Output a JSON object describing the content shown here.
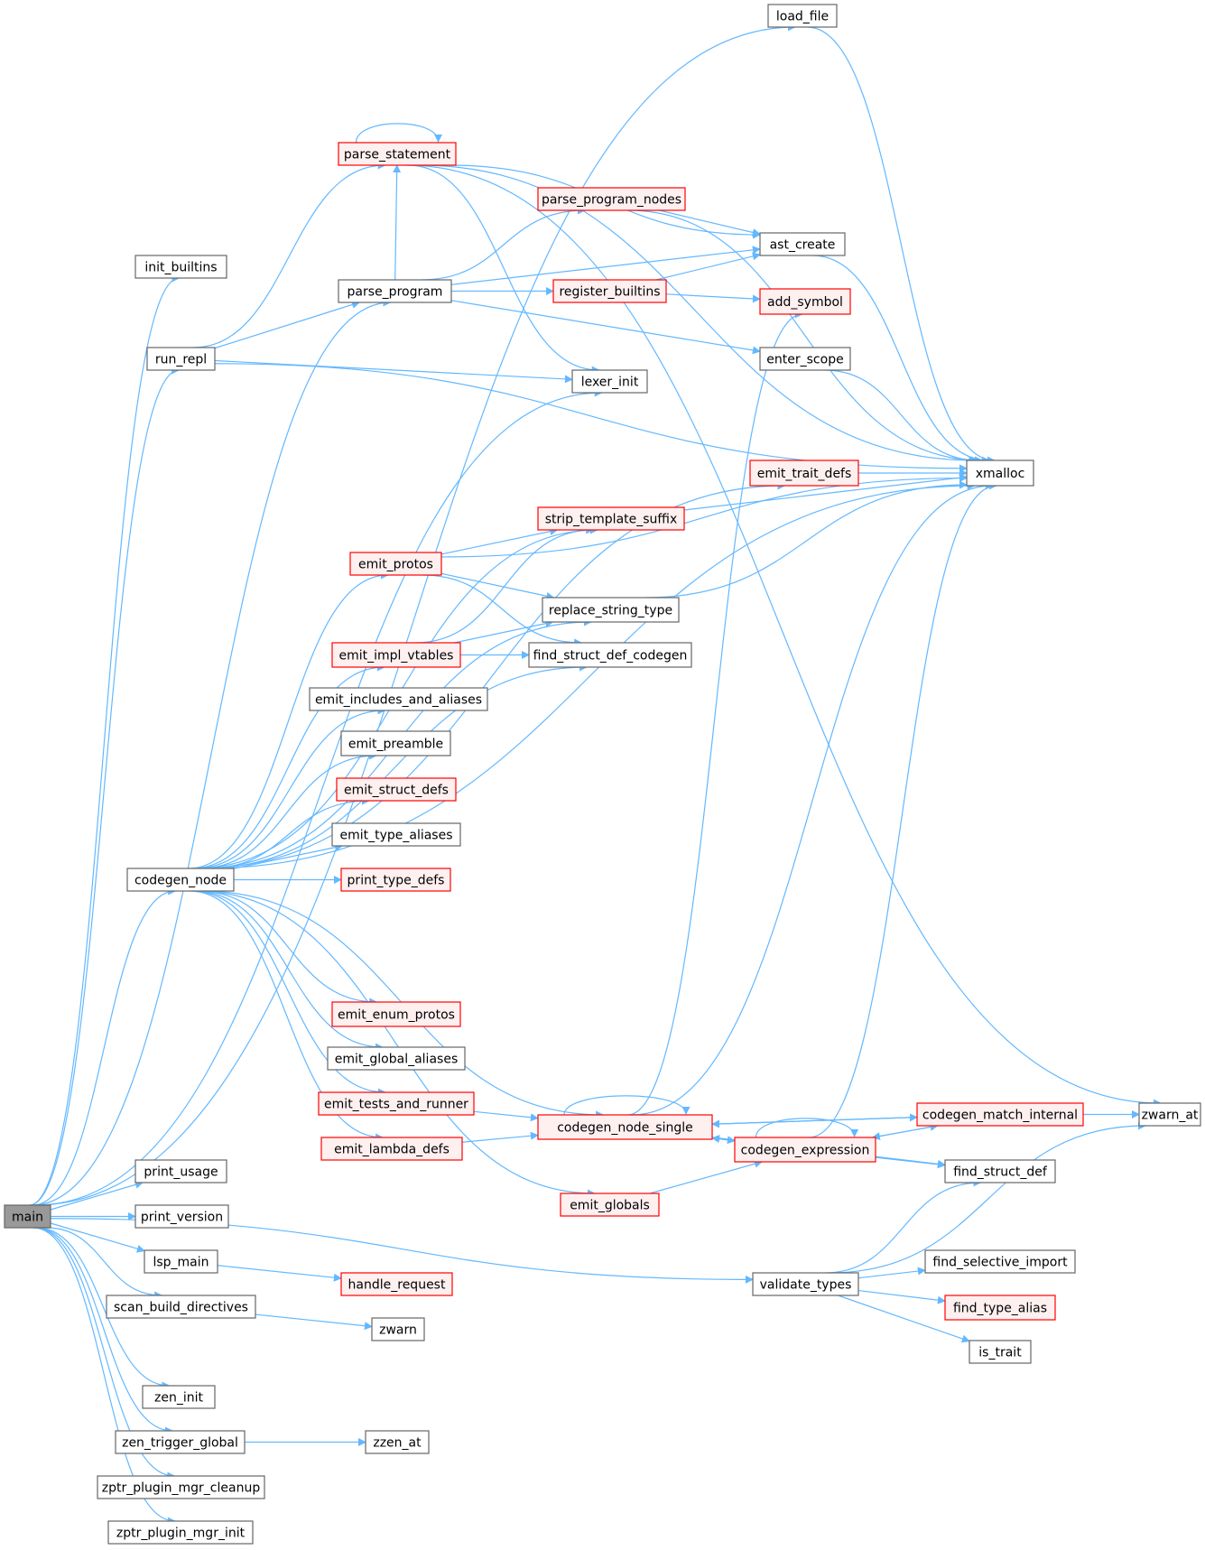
{
  "colors": {
    "edge": "#63b8ff",
    "root_fill": "#999999",
    "root_border": "#666666",
    "plain_fill": "#ffffff",
    "plain_border": "#666666",
    "red_fill": "#fff0f0",
    "red_border": "#ff0000"
  },
  "nodes": [
    {
      "id": "main",
      "label": "main",
      "style": "root"
    },
    {
      "id": "load_file",
      "label": "load_file",
      "style": "plain"
    },
    {
      "id": "init_builtins",
      "label": "init_builtins",
      "style": "plain"
    },
    {
      "id": "parse_program",
      "label": "parse_program",
      "style": "plain"
    },
    {
      "id": "run_repl",
      "label": "run_repl",
      "style": "plain"
    },
    {
      "id": "parse_statement",
      "label": "parse_statement",
      "style": "red"
    },
    {
      "id": "parse_program_nodes",
      "label": "parse_program_nodes",
      "style": "red"
    },
    {
      "id": "register_builtins",
      "label": "register_builtins",
      "style": "red"
    },
    {
      "id": "ast_create",
      "label": "ast_create",
      "style": "plain"
    },
    {
      "id": "add_symbol",
      "label": "add_symbol",
      "style": "red"
    },
    {
      "id": "enter_scope",
      "label": "enter_scope",
      "style": "plain"
    },
    {
      "id": "lexer_init",
      "label": "lexer_init",
      "style": "plain"
    },
    {
      "id": "xmalloc",
      "label": "xmalloc",
      "style": "plain"
    },
    {
      "id": "emit_trait_defs",
      "label": "emit_trait_defs",
      "style": "red"
    },
    {
      "id": "strip_template_suffix",
      "label": "strip_template_suffix",
      "style": "red"
    },
    {
      "id": "emit_protos",
      "label": "emit_protos",
      "style": "red"
    },
    {
      "id": "replace_string_type",
      "label": "replace_string_type",
      "style": "plain"
    },
    {
      "id": "emit_impl_vtables",
      "label": "emit_impl_vtables",
      "style": "red"
    },
    {
      "id": "find_struct_def_codegen",
      "label": "find_struct_def_codegen",
      "style": "plain"
    },
    {
      "id": "emit_includes_and_aliases",
      "label": "emit_includes_and_aliases",
      "style": "plain"
    },
    {
      "id": "emit_preamble",
      "label": "emit_preamble",
      "style": "plain"
    },
    {
      "id": "emit_struct_defs",
      "label": "emit_struct_defs",
      "style": "red"
    },
    {
      "id": "emit_type_aliases",
      "label": "emit_type_aliases",
      "style": "plain"
    },
    {
      "id": "codegen_node",
      "label": "codegen_node",
      "style": "plain"
    },
    {
      "id": "print_type_defs",
      "label": "print_type_defs",
      "style": "red"
    },
    {
      "id": "emit_enum_protos",
      "label": "emit_enum_protos",
      "style": "red"
    },
    {
      "id": "emit_global_aliases",
      "label": "emit_global_aliases",
      "style": "plain"
    },
    {
      "id": "emit_tests_and_runner",
      "label": "emit_tests_and_runner",
      "style": "red"
    },
    {
      "id": "codegen_node_single",
      "label": "codegen_node_single",
      "style": "red"
    },
    {
      "id": "codegen_match_internal",
      "label": "codegen_match_internal",
      "style": "red"
    },
    {
      "id": "zwarn_at",
      "label": "zwarn_at",
      "style": "plain"
    },
    {
      "id": "emit_lambda_defs",
      "label": "emit_lambda_defs",
      "style": "red"
    },
    {
      "id": "codegen_expression",
      "label": "codegen_expression",
      "style": "red"
    },
    {
      "id": "find_struct_def",
      "label": "find_struct_def",
      "style": "plain"
    },
    {
      "id": "print_usage",
      "label": "print_usage",
      "style": "plain"
    },
    {
      "id": "emit_globals",
      "label": "emit_globals",
      "style": "red"
    },
    {
      "id": "print_version",
      "label": "print_version",
      "style": "plain"
    },
    {
      "id": "lsp_main",
      "label": "lsp_main",
      "style": "plain"
    },
    {
      "id": "find_selective_import",
      "label": "find_selective_import",
      "style": "plain"
    },
    {
      "id": "handle_request",
      "label": "handle_request",
      "style": "red"
    },
    {
      "id": "validate_types",
      "label": "validate_types",
      "style": "plain"
    },
    {
      "id": "scan_build_directives",
      "label": "scan_build_directives",
      "style": "plain"
    },
    {
      "id": "find_type_alias",
      "label": "find_type_alias",
      "style": "red"
    },
    {
      "id": "zwarn",
      "label": "zwarn",
      "style": "plain"
    },
    {
      "id": "is_trait",
      "label": "is_trait",
      "style": "plain"
    },
    {
      "id": "zen_init",
      "label": "zen_init",
      "style": "plain"
    },
    {
      "id": "zen_trigger_global",
      "label": "zen_trigger_global",
      "style": "plain"
    },
    {
      "id": "zzen_at",
      "label": "zzen_at",
      "style": "plain"
    },
    {
      "id": "zptr_plugin_mgr_cleanup",
      "label": "zptr_plugin_mgr_cleanup",
      "style": "plain"
    },
    {
      "id": "zptr_plugin_mgr_init",
      "label": "zptr_plugin_mgr_init",
      "style": "plain"
    }
  ],
  "edges": [
    [
      "main",
      "load_file"
    ],
    [
      "main",
      "init_builtins"
    ],
    [
      "main",
      "parse_program"
    ],
    [
      "main",
      "run_repl"
    ],
    [
      "main",
      "lexer_init"
    ],
    [
      "main",
      "codegen_node"
    ],
    [
      "main",
      "print_usage"
    ],
    [
      "main",
      "print_version"
    ],
    [
      "main",
      "lsp_main"
    ],
    [
      "main",
      "scan_build_directives"
    ],
    [
      "main",
      "validate_types"
    ],
    [
      "main",
      "zen_init"
    ],
    [
      "main",
      "zen_trigger_global"
    ],
    [
      "main",
      "zptr_plugin_mgr_cleanup"
    ],
    [
      "main",
      "zptr_plugin_mgr_init"
    ],
    [
      "load_file",
      "xmalloc"
    ],
    [
      "run_repl",
      "parse_statement"
    ],
    [
      "run_repl",
      "parse_program"
    ],
    [
      "run_repl",
      "lexer_init"
    ],
    [
      "run_repl",
      "xmalloc"
    ],
    [
      "parse_statement",
      "parse_statement"
    ],
    [
      "parse_statement",
      "ast_create"
    ],
    [
      "parse_statement",
      "xmalloc"
    ],
    [
      "parse_statement",
      "lexer_init"
    ],
    [
      "parse_statement",
      "zwarn_at"
    ],
    [
      "parse_program",
      "parse_statement"
    ],
    [
      "parse_program",
      "parse_program_nodes"
    ],
    [
      "parse_program",
      "register_builtins"
    ],
    [
      "parse_program",
      "ast_create"
    ],
    [
      "parse_program",
      "enter_scope"
    ],
    [
      "parse_program_nodes",
      "ast_create"
    ],
    [
      "parse_program_nodes",
      "xmalloc"
    ],
    [
      "register_builtins",
      "ast_create"
    ],
    [
      "register_builtins",
      "add_symbol"
    ],
    [
      "ast_create",
      "xmalloc"
    ],
    [
      "enter_scope",
      "xmalloc"
    ],
    [
      "codegen_node",
      "emit_trait_defs"
    ],
    [
      "codegen_node",
      "strip_template_suffix"
    ],
    [
      "codegen_node",
      "emit_protos"
    ],
    [
      "codegen_node",
      "replace_string_type"
    ],
    [
      "codegen_node",
      "emit_impl_vtables"
    ],
    [
      "codegen_node",
      "emit_includes_and_aliases"
    ],
    [
      "codegen_node",
      "emit_preamble"
    ],
    [
      "codegen_node",
      "emit_struct_defs"
    ],
    [
      "codegen_node",
      "emit_type_aliases"
    ],
    [
      "codegen_node",
      "print_type_defs"
    ],
    [
      "codegen_node",
      "find_struct_def_codegen"
    ],
    [
      "codegen_node",
      "xmalloc"
    ],
    [
      "codegen_node",
      "emit_enum_protos"
    ],
    [
      "codegen_node",
      "emit_global_aliases"
    ],
    [
      "codegen_node",
      "emit_tests_and_runner"
    ],
    [
      "codegen_node",
      "emit_lambda_defs"
    ],
    [
      "codegen_node",
      "codegen_node_single"
    ],
    [
      "codegen_node",
      "emit_globals"
    ],
    [
      "emit_trait_defs",
      "xmalloc"
    ],
    [
      "strip_template_suffix",
      "xmalloc"
    ],
    [
      "emit_protos",
      "strip_template_suffix"
    ],
    [
      "emit_protos",
      "xmalloc"
    ],
    [
      "emit_protos",
      "replace_string_type"
    ],
    [
      "emit_protos",
      "find_struct_def_codegen"
    ],
    [
      "replace_string_type",
      "xmalloc"
    ],
    [
      "emit_impl_vtables",
      "strip_template_suffix"
    ],
    [
      "emit_impl_vtables",
      "replace_string_type"
    ],
    [
      "emit_impl_vtables",
      "find_struct_def_codegen"
    ],
    [
      "emit_tests_and_runner",
      "codegen_node_single"
    ],
    [
      "emit_lambda_defs",
      "codegen_node_single"
    ],
    [
      "codegen_node_single",
      "codegen_node_single"
    ],
    [
      "codegen_node_single",
      "add_symbol"
    ],
    [
      "codegen_node_single",
      "xmalloc"
    ],
    [
      "codegen_node_single",
      "codegen_match_internal"
    ],
    [
      "codegen_node_single",
      "codegen_expression"
    ],
    [
      "codegen_node_single",
      "find_struct_def"
    ],
    [
      "codegen_match_internal",
      "codegen_node_single"
    ],
    [
      "codegen_match_internal",
      "codegen_expression"
    ],
    [
      "codegen_match_internal",
      "zwarn_at"
    ],
    [
      "codegen_expression",
      "codegen_expression"
    ],
    [
      "codegen_expression",
      "codegen_node_single"
    ],
    [
      "codegen_expression",
      "codegen_match_internal"
    ],
    [
      "codegen_expression",
      "xmalloc"
    ],
    [
      "codegen_expression",
      "find_struct_def"
    ],
    [
      "emit_globals",
      "codegen_expression"
    ],
    [
      "lsp_main",
      "handle_request"
    ],
    [
      "scan_build_directives",
      "zwarn"
    ],
    [
      "zen_trigger_global",
      "zzen_at"
    ],
    [
      "validate_types",
      "find_struct_def"
    ],
    [
      "validate_types",
      "zwarn_at"
    ],
    [
      "validate_types",
      "find_selective_import"
    ],
    [
      "validate_types",
      "find_type_alias"
    ],
    [
      "validate_types",
      "is_trait"
    ]
  ]
}
